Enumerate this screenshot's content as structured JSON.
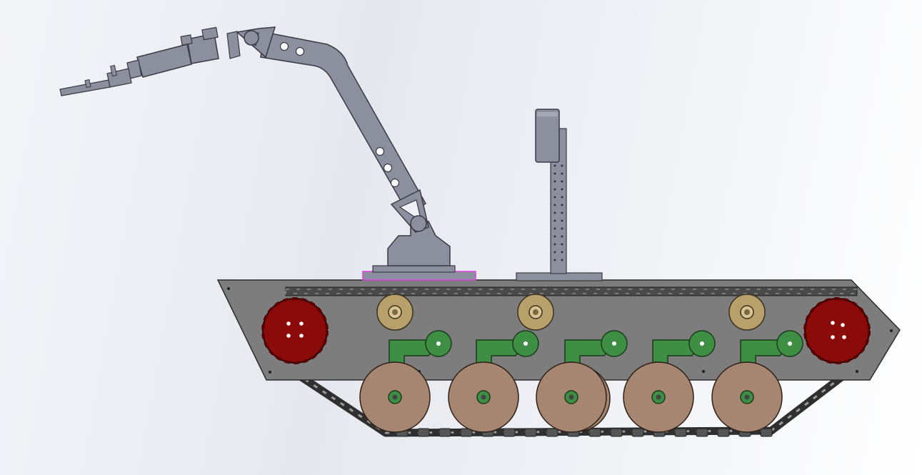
{
  "scene": {
    "colors": {
      "hull": "#7d7d7d",
      "hull_edge": "#2c2c2c",
      "arm": "#8c8f9e",
      "arm_edge": "#3a3a44",
      "track": "#3c3c3c",
      "sprocket": "#8b0a0a",
      "idler_top": "#b8a06a",
      "road_wheel": "#a78671",
      "suspension_arm": "#3e8f44",
      "highlight": "#e040e8"
    },
    "road_wheel_count": 5,
    "return_roller_count": 3,
    "sprocket_count": 2,
    "suspension_arm_count": 5
  }
}
